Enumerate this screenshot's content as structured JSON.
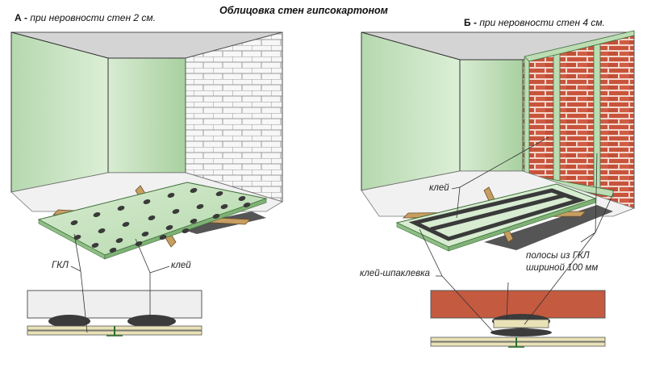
{
  "title": "Облицовка стен гипсокартоном",
  "panel_a": {
    "letter": "А -",
    "caption": "при неровности стен 2 см.",
    "label_gkl": "ГКЛ",
    "label_glue": "клей"
  },
  "panel_b": {
    "letter": "Б -",
    "caption": "при неровности стен 4 см.",
    "label_glue": "клей",
    "label_putty": "клей-шпаклевка",
    "label_strips_1": "полосы из ГКЛ",
    "label_strips_2": "шириной 100 мм"
  },
  "colors": {
    "wall_green": "#cfe6c8",
    "wall_green_dark": "#a9cfa3",
    "board_green": "#c8e3c0",
    "glue_dark": "#3d3d3d",
    "brick_red": "#c9583f",
    "brick_mortar": "#f2d8d0",
    "white_brick": "#f4f4f4",
    "floor_gray": "#eeeeee",
    "ceiling_gray": "#d6d6d6",
    "wood": "#c9a36a"
  }
}
